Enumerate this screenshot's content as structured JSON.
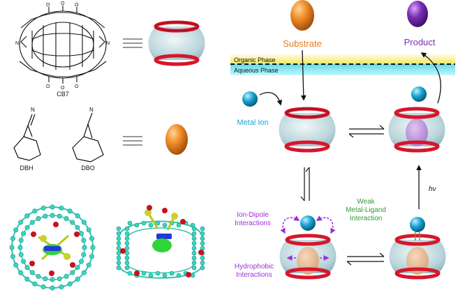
{
  "labels": {
    "cb7": "CB7",
    "dbh": "DBH",
    "dbo": "DBO",
    "substrate": "Substrate",
    "product": "Product",
    "organic_phase": "Organic Phase",
    "aqueous_phase": "Aqueous Phase",
    "metal_ion": "Metal Ion",
    "ion_dipole_1": "Ion-Dipole",
    "ion_dipole_2": "Interactions",
    "hydrophobic_1": "Hydrophobic",
    "hydrophobic_2": "Interactions",
    "weak_1": "Weak",
    "weak_2": "Metal-Ligand",
    "weak_3": "Interaction",
    "hv": "hν",
    "n_left": "N",
    "n_right": "N",
    "n_left2": "N",
    "n_right2": "N"
  },
  "colors": {
    "substrate": "#e87a1c",
    "product": "#7a2fb5",
    "metal": "#1aa6d6",
    "ring": "#d7162b",
    "cage": "#c9dfe4",
    "organic": "#f5ef7a",
    "aqueous": "#78e3ee",
    "interaction": "#9b30d9"
  }
}
